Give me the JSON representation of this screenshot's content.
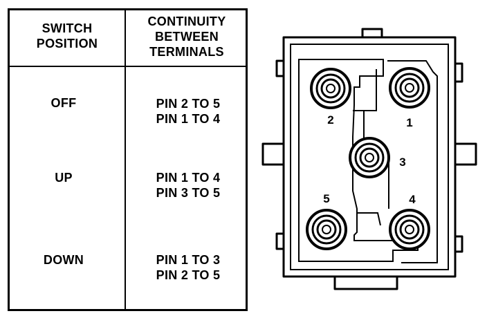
{
  "table": {
    "header_col1": [
      "SWITCH",
      "POSITION"
    ],
    "header_col2": [
      "CONTINUITY",
      "BETWEEN",
      "TERMINALS"
    ],
    "rows": [
      {
        "position": "OFF",
        "continuity": [
          "PIN 2 TO 5",
          "PIN 1 TO 4"
        ]
      },
      {
        "position": "UP",
        "continuity": [
          "PIN 1 TO 4",
          "PIN 3 TO 5"
        ]
      },
      {
        "position": "DOWN",
        "continuity": [
          "PIN 1 TO 3",
          "PIN 2 TO 5"
        ]
      }
    ]
  },
  "diagram": {
    "pins": [
      {
        "label": "1"
      },
      {
        "label": "2"
      },
      {
        "label": "3"
      },
      {
        "label": "4"
      },
      {
        "label": "5"
      }
    ]
  }
}
